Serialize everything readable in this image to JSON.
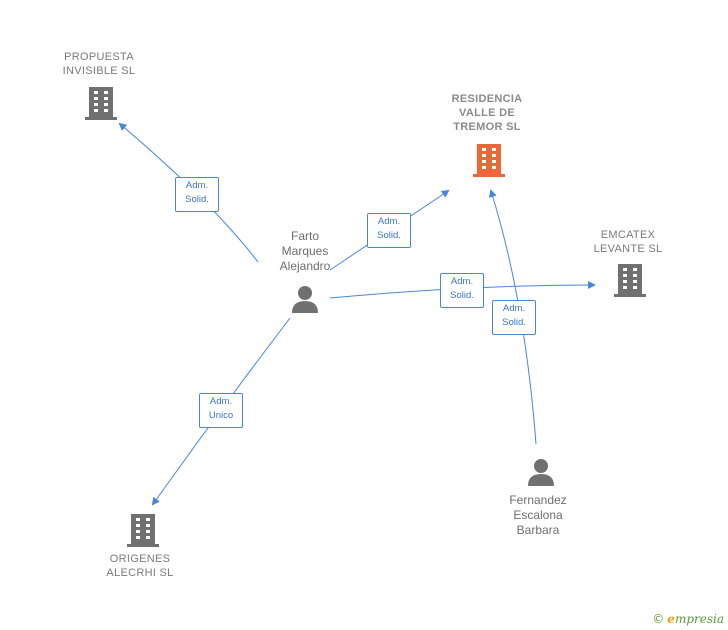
{
  "colors": {
    "edge": "#4a86d8",
    "building_default": "#707070",
    "building_main": "#f0663a",
    "person": "#707070"
  },
  "companies": {
    "propuesta": "PROPUESTA\nINVISIBLE SL",
    "residencia": "RESIDENCIA\nVALLE DE\nTREMOR  SL",
    "emcatex": "EMCATEX\nLEVANTE SL",
    "origenes": "ORIGENES\nALECRHI  SL"
  },
  "people": {
    "farto": "Farto\nMarques\nAlejandro",
    "fernandez": "Fernandez\nEscalona\nBarbara"
  },
  "relations": {
    "r1": "Adm.\nSolid.",
    "r2": "Adm.\nSolid.",
    "r3": "Adm.\nSolid.",
    "r4": "Adm.\nSolid.",
    "r5": "Adm.\nUnico"
  },
  "icons": {
    "building": "building-icon",
    "person": "person-icon"
  },
  "brand": {
    "copyright": "©",
    "name": "mpresia",
    "initial": "e"
  }
}
